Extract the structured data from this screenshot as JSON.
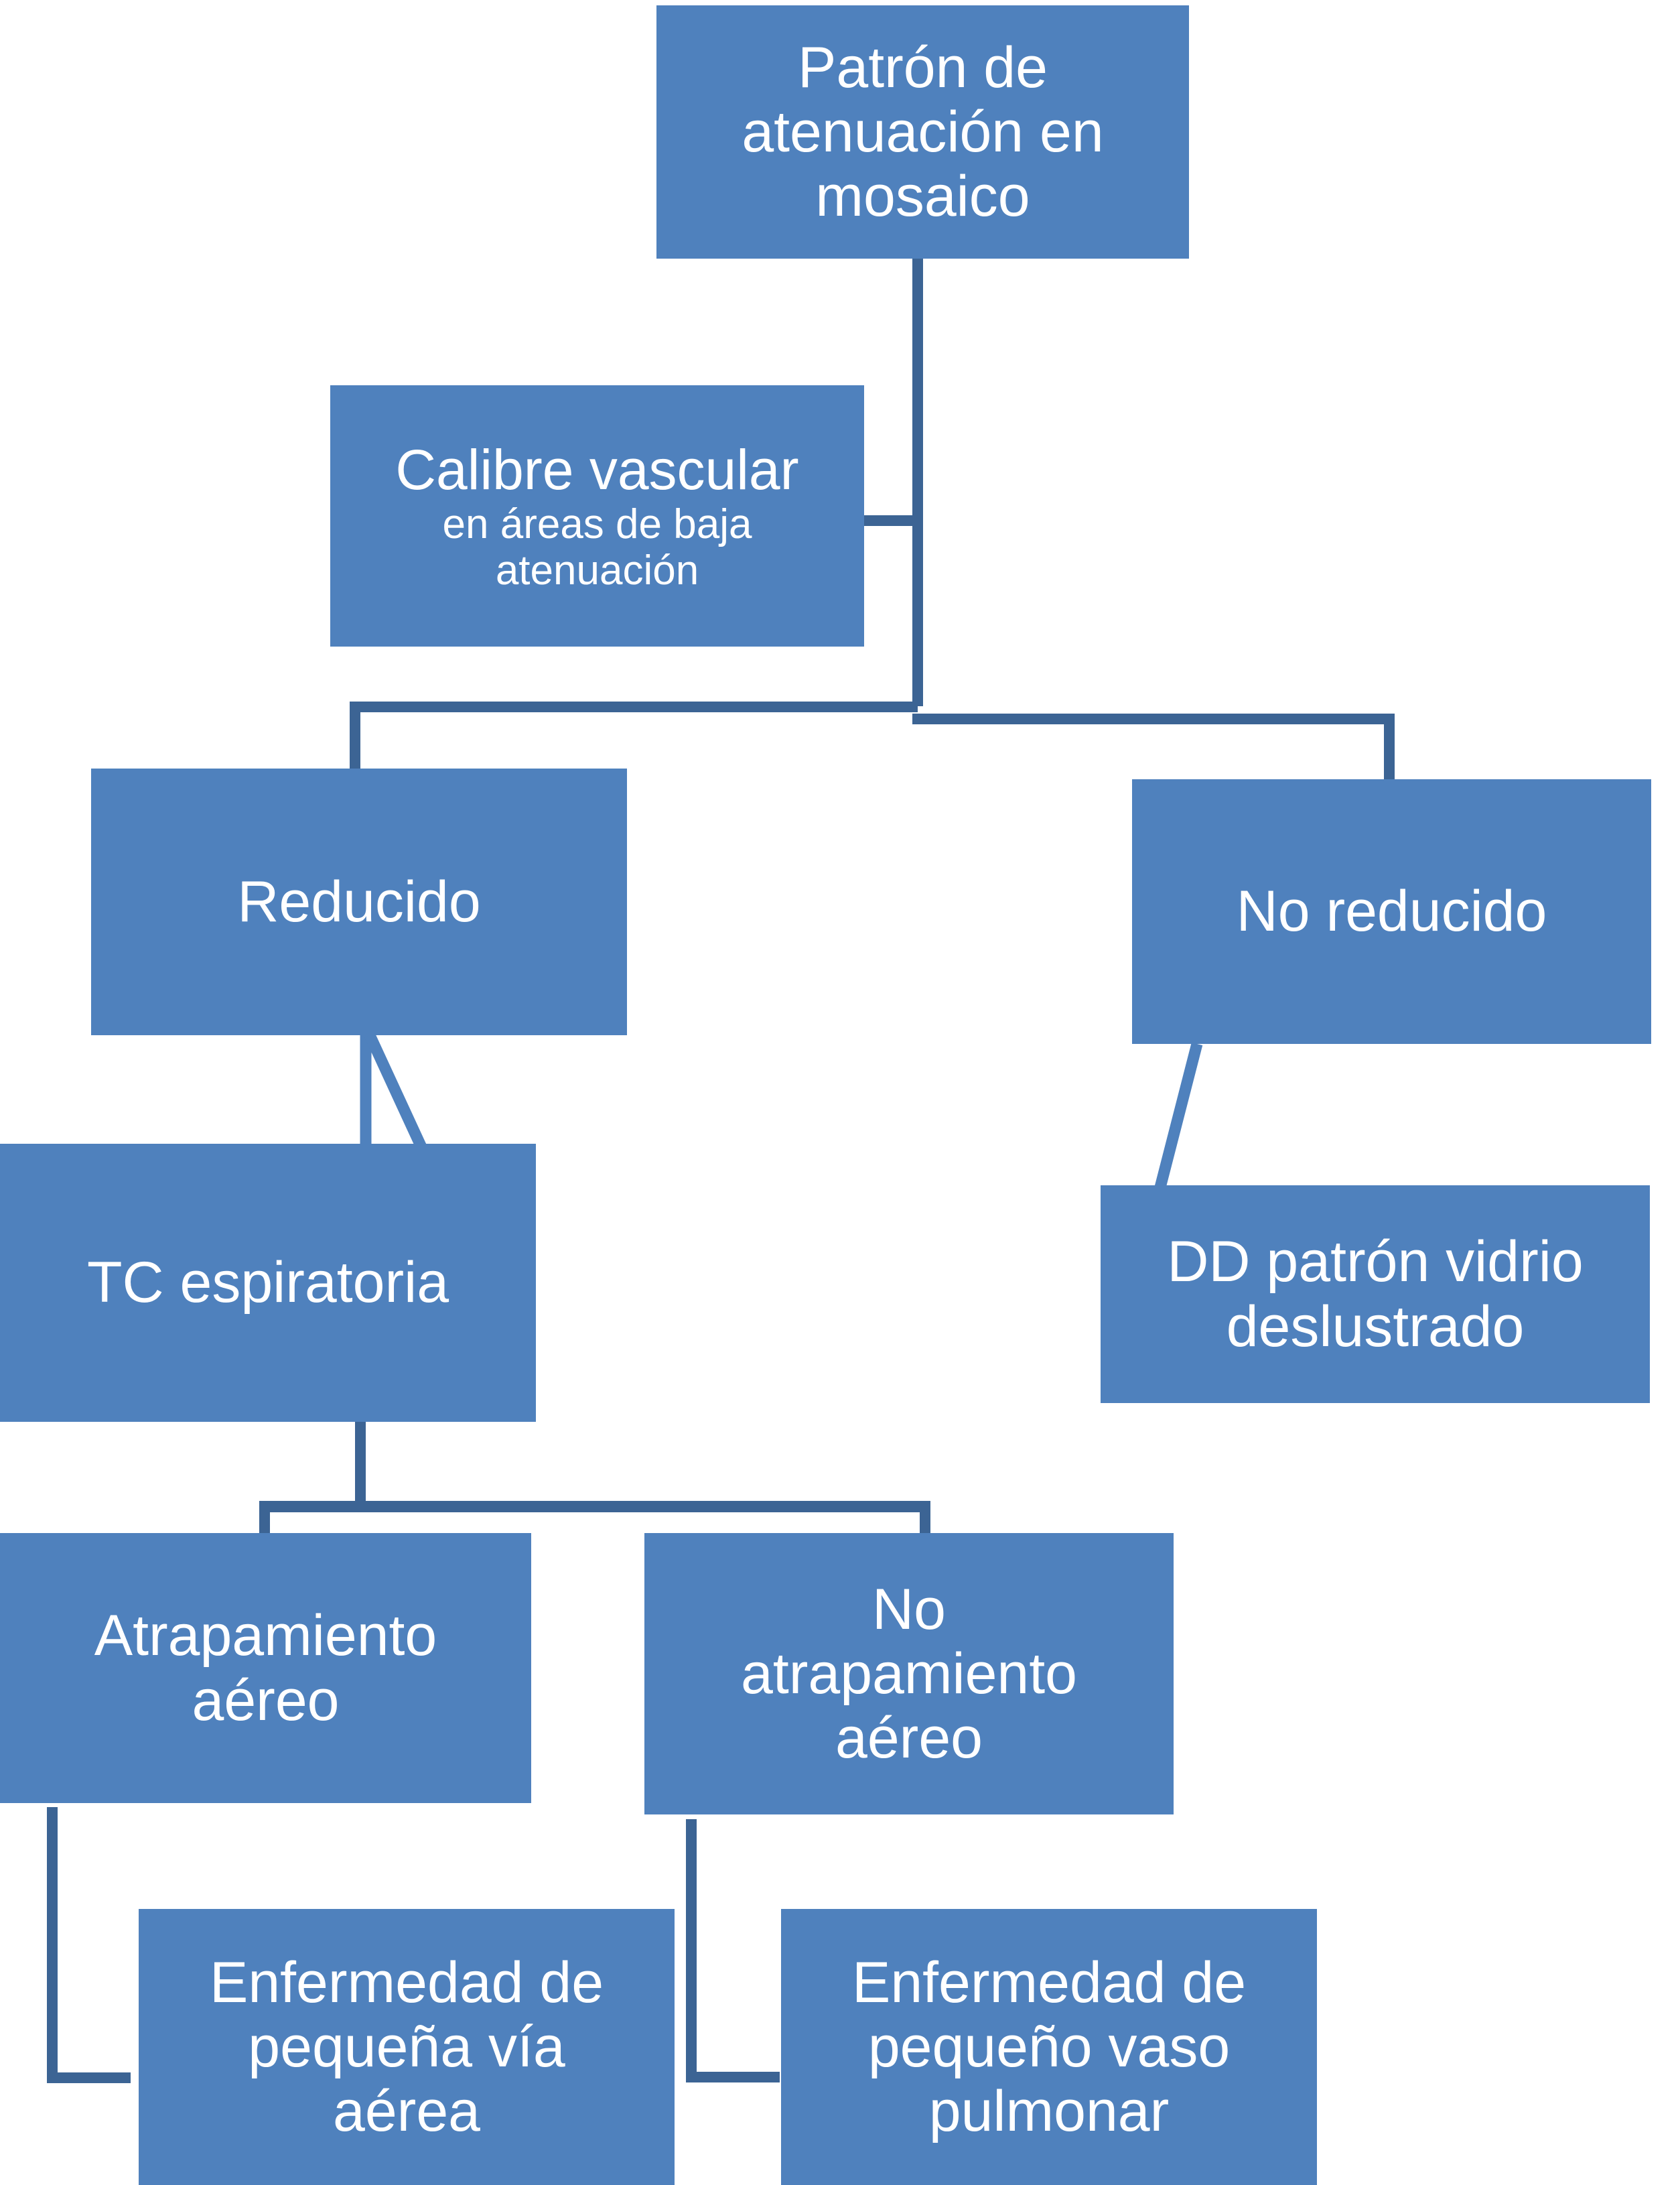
{
  "diagram": {
    "title": "Patrón de atenuación en mosaico",
    "language": "es",
    "accent_color": "#4f81bd",
    "connector_color": "#3c6494",
    "text_color": "#ffffff",
    "background_color": "#ffffff"
  },
  "nodes": {
    "root": {
      "id": "patron-mosaico",
      "label": "Patrón de atenuación en mosaico",
      "line1": "Patrón de",
      "line2": "atenuación en",
      "line3": "mosaico"
    },
    "calibre": {
      "id": "calibre-vascular",
      "label": "Calibre vascular",
      "sub_line1": "en áreas de baja",
      "sub_line2": "atenuación"
    },
    "reducido": {
      "id": "reducido",
      "label": "Reducido"
    },
    "no_reducido": {
      "id": "no-reducido",
      "label": "No reducido"
    },
    "tc_espiratoria": {
      "id": "tc-espiratoria",
      "label": "TC espiratoria"
    },
    "dd_vidrio": {
      "id": "dd-patron-vidrio-deslustrado",
      "line1": "DD patrón vidrio",
      "line2": "deslustrado"
    },
    "atrapamiento": {
      "id": "atrapamiento-aereo",
      "line1": "Atrapamiento",
      "line2": "aéreo"
    },
    "no_atrapamiento": {
      "id": "no-atrapamiento-aereo",
      "line1": "No",
      "line2": "atrapamiento",
      "line3": "aéreo"
    },
    "peq_via_aerea": {
      "id": "enfermedad-pequena-via-aerea",
      "line1": "Enfermedad de",
      "line2": "pequeña vía",
      "line3": "aérea"
    },
    "peq_vaso": {
      "id": "enfermedad-pequeno-vaso-pulmonar",
      "line1": "Enfermedad de",
      "line2": "pequeño vaso",
      "line3": "pulmonar"
    }
  },
  "edges": [
    {
      "from": "patron-mosaico",
      "to": "calibre-vascular",
      "type": "elbow"
    },
    {
      "from": "calibre-vascular",
      "to": "reducido",
      "type": "elbow"
    },
    {
      "from": "calibre-vascular",
      "to": "no-reducido",
      "type": "elbow"
    },
    {
      "from": "reducido",
      "to": "tc-espiratoria",
      "type": "diagonal"
    },
    {
      "from": "no-reducido",
      "to": "dd-patron-vidrio-deslustrado",
      "type": "diagonal"
    },
    {
      "from": "tc-espiratoria",
      "to": "atrapamiento-aereo",
      "type": "elbow"
    },
    {
      "from": "tc-espiratoria",
      "to": "no-atrapamiento-aereo",
      "type": "elbow"
    },
    {
      "from": "atrapamiento-aereo",
      "to": "enfermedad-pequena-via-aerea",
      "type": "elbow"
    },
    {
      "from": "no-atrapamiento-aereo",
      "to": "enfermedad-pequeno-vaso-pulmonar",
      "type": "elbow"
    }
  ]
}
